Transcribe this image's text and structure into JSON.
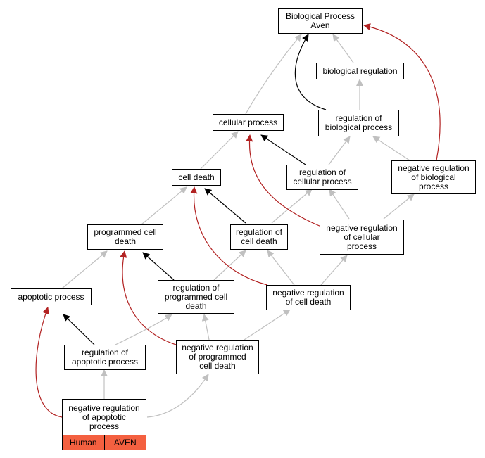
{
  "graph": {
    "nodes": [
      {
        "id": "bp",
        "label": "Biological Process\nAven"
      },
      {
        "id": "br",
        "label": "biological regulation"
      },
      {
        "id": "cp",
        "label": "cellular process"
      },
      {
        "id": "rbp",
        "label": "regulation of\nbiological process"
      },
      {
        "id": "cd",
        "label": "cell death"
      },
      {
        "id": "rcp",
        "label": "regulation of\ncellular process"
      },
      {
        "id": "nrbp",
        "label": "negative regulation\nof biological\nprocess"
      },
      {
        "id": "pcd",
        "label": "programmed cell\ndeath"
      },
      {
        "id": "rcd",
        "label": "regulation of\ncell death"
      },
      {
        "id": "nrcp",
        "label": "negative regulation\nof cellular\nprocess"
      },
      {
        "id": "ap",
        "label": "apoptotic process"
      },
      {
        "id": "rpcd",
        "label": "regulation of\nprogrammed cell\ndeath"
      },
      {
        "id": "nrcd",
        "label": "negative regulation\nof cell death"
      },
      {
        "id": "rap",
        "label": "regulation of\napoptotic process"
      },
      {
        "id": "nrpcd",
        "label": "negative regulation\nof programmed\ncell death"
      },
      {
        "id": "nrap",
        "label": "negative regulation\nof apoptotic\nprocess"
      }
    ],
    "annotation": {
      "organism": "Human",
      "gene": "AVEN",
      "color": "#f46040"
    },
    "edge_colors": {
      "is_a": "#c0c0c0",
      "regulates": "#000000",
      "negatively_regulates": "#b22222"
    }
  }
}
